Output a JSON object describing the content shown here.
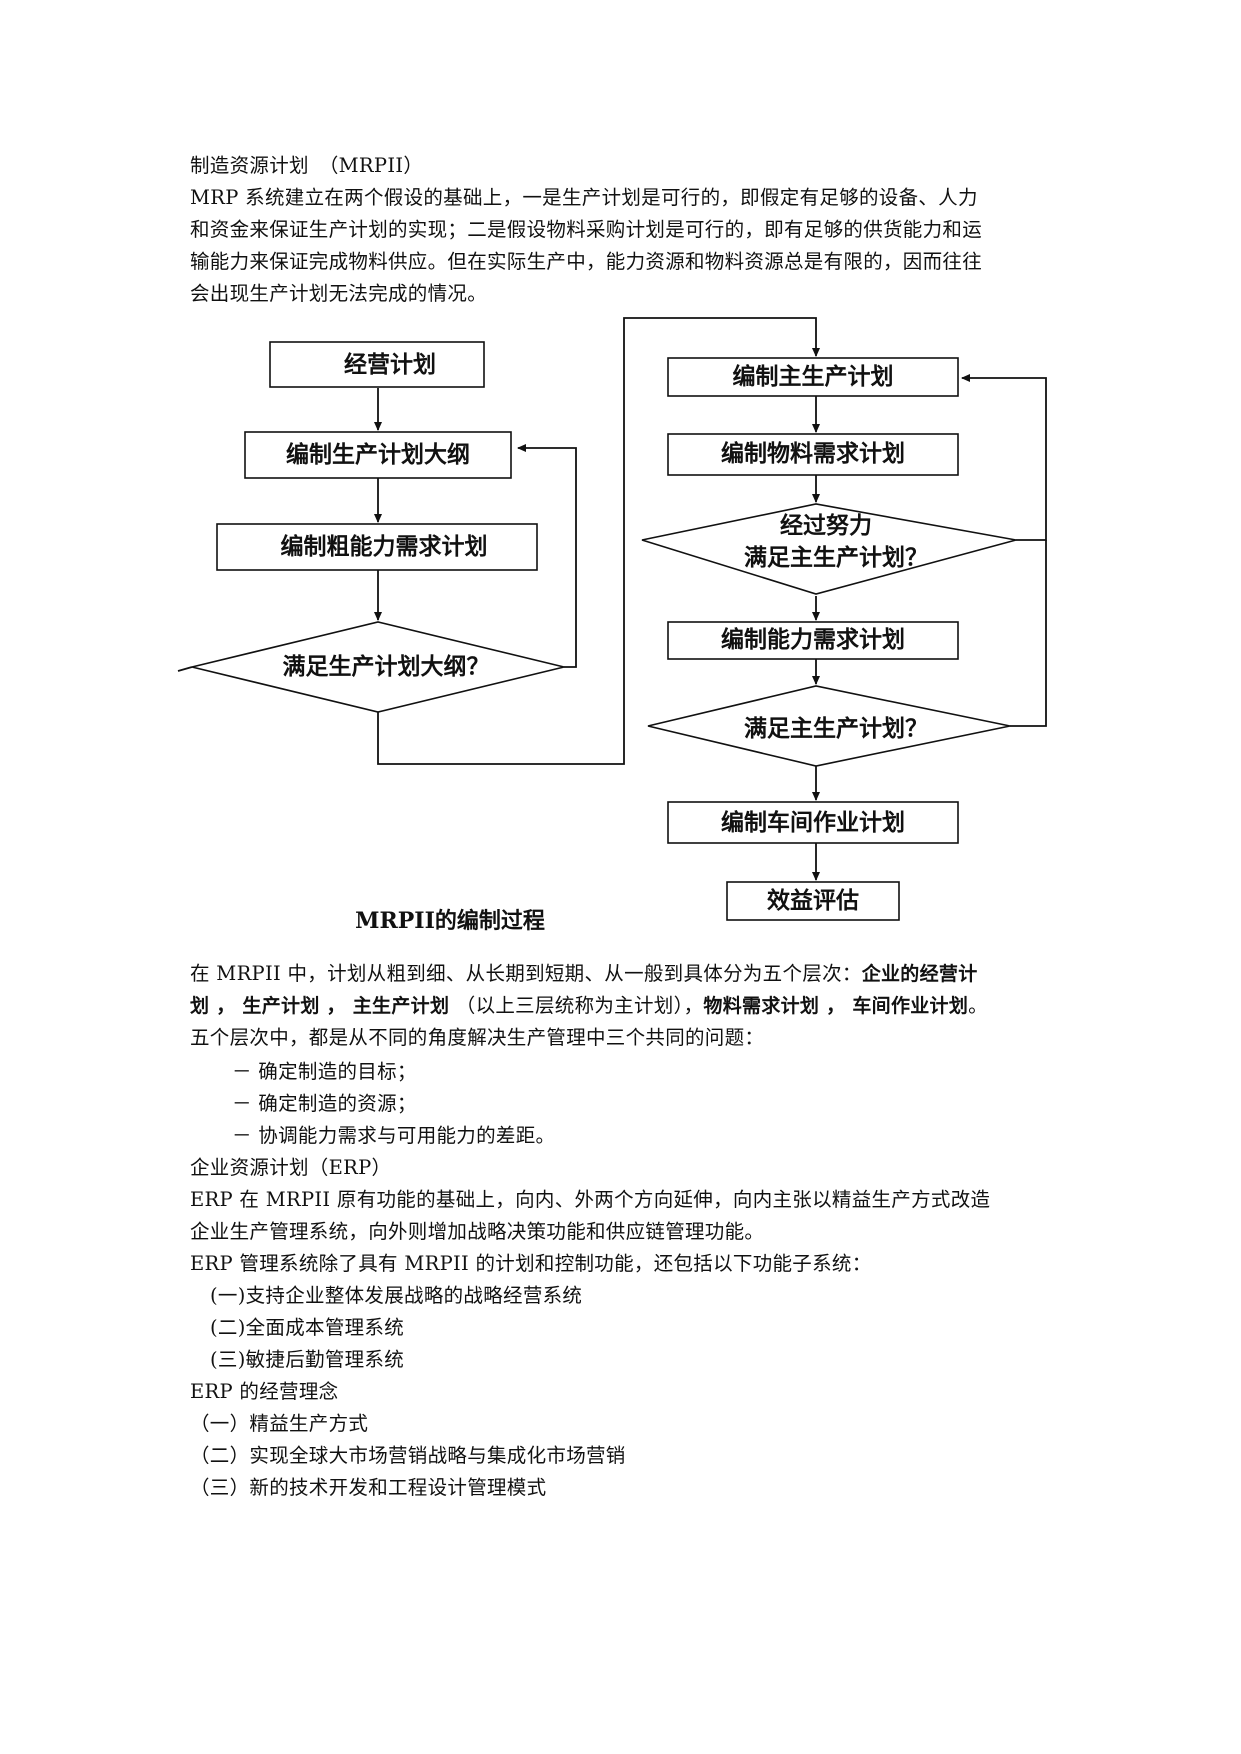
{
  "intro": {
    "heading": "制造资源计划　（MRPII）",
    "lines": [
      "MRP 系统建立在两个假设的基础上，一是生产计划是可行的，即假定有足够的设备、人力",
      "和资金来保证生产计划的实现；二是假设物料采购计划是可行的，即有足够的供货能力和运",
      "输能力来保证完成物料供应。但在实际生产中，能力资源和物料资源总是有限的，因而往往",
      "会出现生产计划无法完成的情况。"
    ]
  },
  "flowchart": {
    "caption": "MRPII的编制过程",
    "nodes": {
      "business_plan": "经营计划",
      "production_outline": "编制生产计划大纲",
      "rough_capacity": "编制粗能力需求计划",
      "check_outline": "满足生产计划大纲？",
      "master_schedule": "编制主生产计划",
      "material_req": "编制物料需求计划",
      "effort_line1": "经过努力",
      "effort_line2": "满足主生产计划？",
      "capacity_req": "编制能力需求计划",
      "check_master": "满足主生产计划？",
      "workshop_plan": "编制车间作业计划",
      "benefit_eval": "效益评估"
    }
  },
  "levels": {
    "line1_prefix": "在 MRPII 中，计划从粗到细、从长期到短期、从一般到具体分为五个层次：",
    "line1_bold": "企业的经营计",
    "line2_b1": "划 ， 生产计划 ， 主生产计划",
    "line2_mid": " （以上三层统称为主计划），",
    "line2_b2": "物料需求计划 ， 车间作业计划",
    "line2_end": "。",
    "line3": "五个层次中，都是从不同的角度解决生产管理中三个共同的问题：",
    "items": [
      "－ 确定制造的目标；",
      "－ 确定制造的资源；",
      "－ 协调能力需求与可用能力的差距。"
    ]
  },
  "erp": {
    "heading": "企业资源计划（ERP）",
    "lines": [
      "ERP 在 MRPII 原有功能的基础上，向内、外两个方向延伸，向内主张以精益生产方式改造",
      "企业生产管理系统，向外则增加战略决策功能和供应链管理功能。",
      "ERP 管理系统除了具有 MRPII 的计划和控制功能，还包括以下功能子系统："
    ],
    "subsystems": [
      "(一)支持企业整体发展战略的战略经营系统",
      "(二)全面成本管理系统",
      "(三)敏捷后勤管理系统"
    ],
    "concept_heading": "ERP 的经营理念",
    "concepts": [
      "（一）精益生产方式",
      "（二）实现全球大市场营销战略与集成化市场营销",
      "（三）新的技术开发和工程设计管理模式"
    ]
  }
}
